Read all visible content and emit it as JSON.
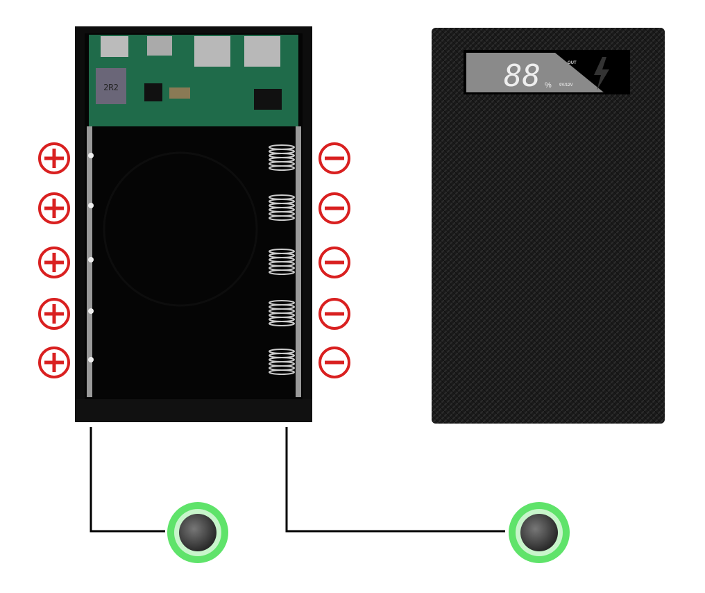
{
  "pcb": {
    "inductor_label": "2R2"
  },
  "display": {
    "percent_digits": "88",
    "percent_sign": "%",
    "out_label": "OUT",
    "voltage_label": "9V/12V"
  },
  "polarity": {
    "positive_symbol": "+",
    "negative_symbol": "−",
    "slot_count": 5
  },
  "colors": {
    "polarity": "#d92020",
    "button_ring": "#5fe36a",
    "case": "#121212",
    "pcb": "#1f6b4a"
  }
}
